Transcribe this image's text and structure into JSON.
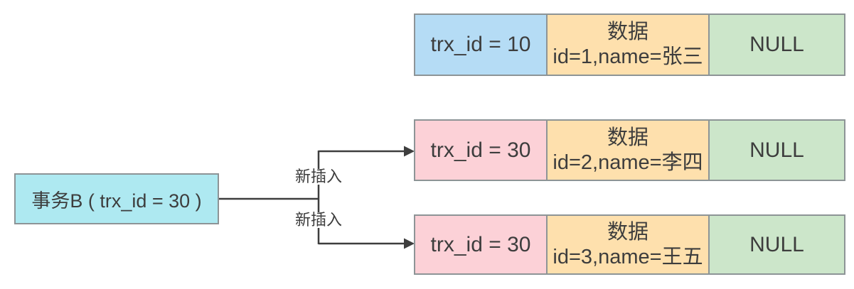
{
  "diagram": {
    "source_box": {
      "label": "事务B ( trx_id = 30 )",
      "bg": "#aee9f1"
    },
    "edge_labels": {
      "top": "新插入",
      "bottom": "新插入"
    },
    "rows": [
      {
        "trx_id": "trx_id = 10",
        "data_title": "数据",
        "data_value": "id=1,name=张三",
        "pointer": "NULL",
        "trx_bg": "#b5dcf5"
      },
      {
        "trx_id": "trx_id = 30",
        "data_title": "数据",
        "data_value": "id=2,name=李四",
        "pointer": "NULL",
        "trx_bg": "#fcd1d7"
      },
      {
        "trx_id": "trx_id = 30",
        "data_title": "数据",
        "data_value": "id=3,name=王五",
        "pointer": "NULL",
        "trx_bg": "#fcd1d7"
      }
    ],
    "colors": {
      "data_bg": "#fee0ad",
      "pointer_bg": "#cce6ca",
      "border": "#8d9496",
      "line": "#3e3e3e",
      "text": "#3d3d3d",
      "label_bg": "#ffffff"
    }
  }
}
